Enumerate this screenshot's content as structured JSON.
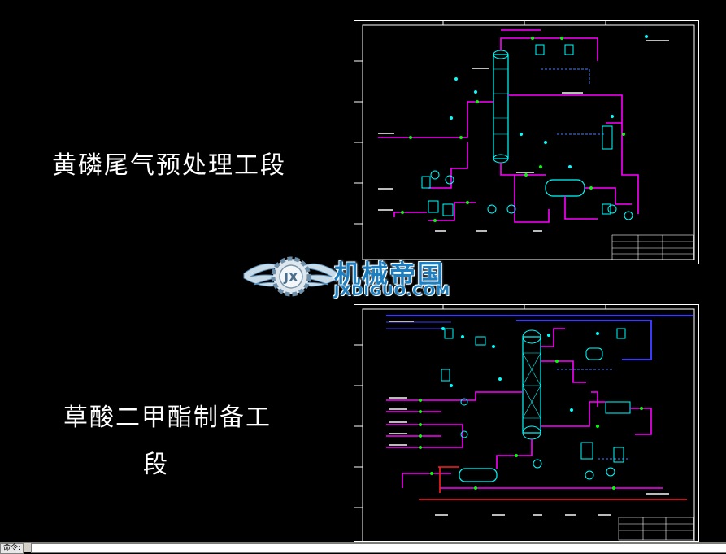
{
  "labels": {
    "top": "黄磷尾气预处理工段",
    "bottom_line1": "草酸二甲酯制备工",
    "bottom_line2": "段"
  },
  "watermark": {
    "title": "机械帝国",
    "url": "JXDIGUO.COM",
    "emblem_text": "JX"
  },
  "command_bar": {
    "label": "命令:"
  },
  "colors": {
    "background": "#000000",
    "frame": "#ffffff",
    "process_line": "#ff00ff",
    "utility_line": "#4040ff",
    "instrument": "#00ffff",
    "valve": "#00ff00",
    "alarm_line": "#ff2020",
    "watermark_blue": "#1d7fc0"
  }
}
